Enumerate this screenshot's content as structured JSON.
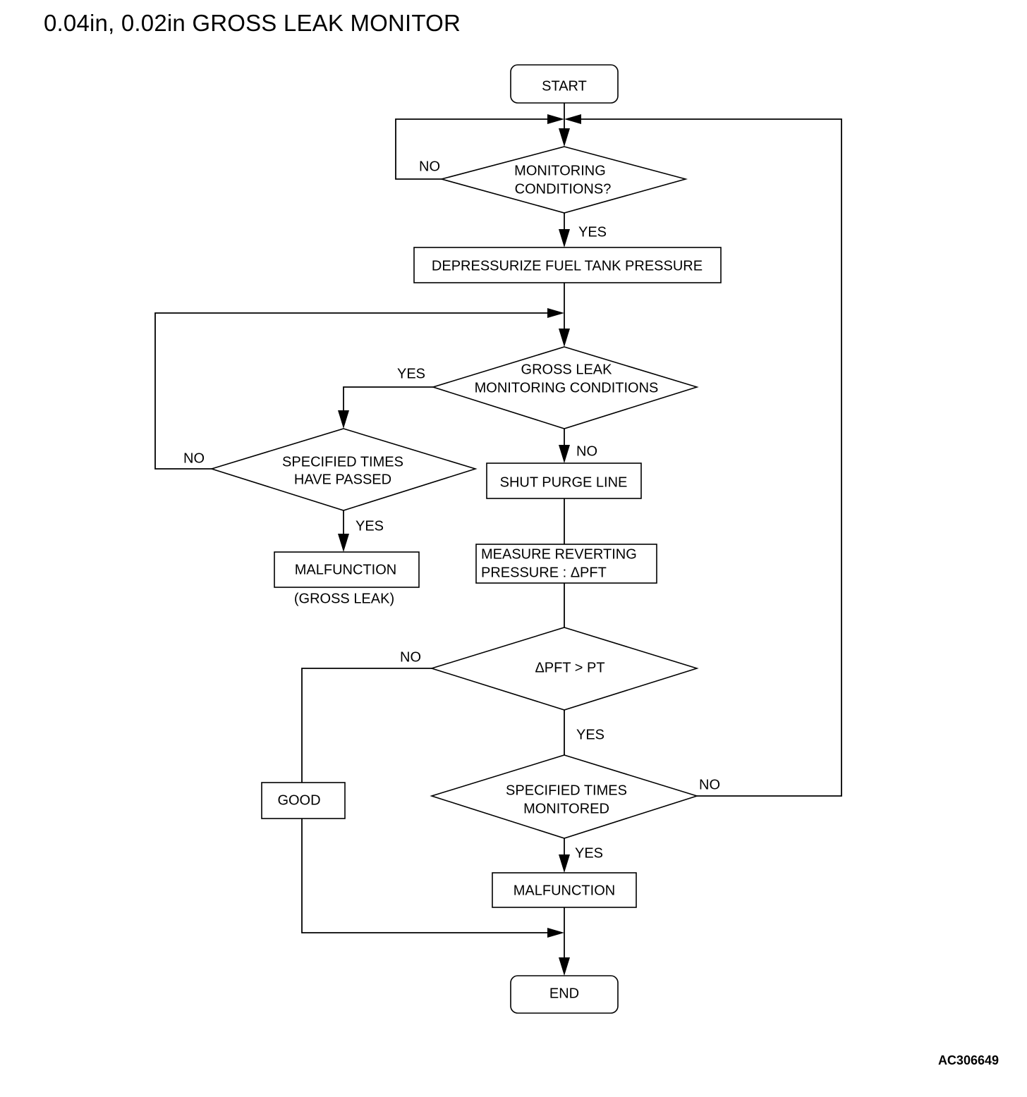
{
  "title": "0.04in, 0.02in GROSS LEAK MONITOR",
  "figure_code": "AC306649",
  "nodes": {
    "start": "START",
    "monitoring_conditions": [
      "MONITORING",
      "CONDITIONS?"
    ],
    "depressurize": "DEPRESSURIZE FUEL TANK PRESSURE",
    "gross_leak_conditions": [
      "GROSS LEAK",
      "MONITORING CONDITIONS"
    ],
    "specified_times_passed": [
      "SPECIFIED TIMES",
      "HAVE PASSED"
    ],
    "malfunction_gross": "MALFUNCTION",
    "malfunction_gross_note": "(GROSS LEAK)",
    "shut_purge": "SHUT PURGE LINE",
    "measure_pressure": [
      "MEASURE REVERTING",
      "PRESSURE : ΔPFT"
    ],
    "dpft_gt_pt": "ΔPFT > PT",
    "good": "GOOD",
    "specified_times_monitored": [
      "SPECIFIED TIMES",
      "MONITORED"
    ],
    "malfunction": "MALFUNCTION",
    "end": "END"
  },
  "edge_labels": {
    "monitoring_no": "NO",
    "monitoring_yes": "YES",
    "gross_yes": "YES",
    "gross_no": "NO",
    "passed_no": "NO",
    "passed_yes": "YES",
    "dpft_no": "NO",
    "dpft_yes": "YES",
    "monitored_no": "NO",
    "monitored_yes": "YES"
  }
}
